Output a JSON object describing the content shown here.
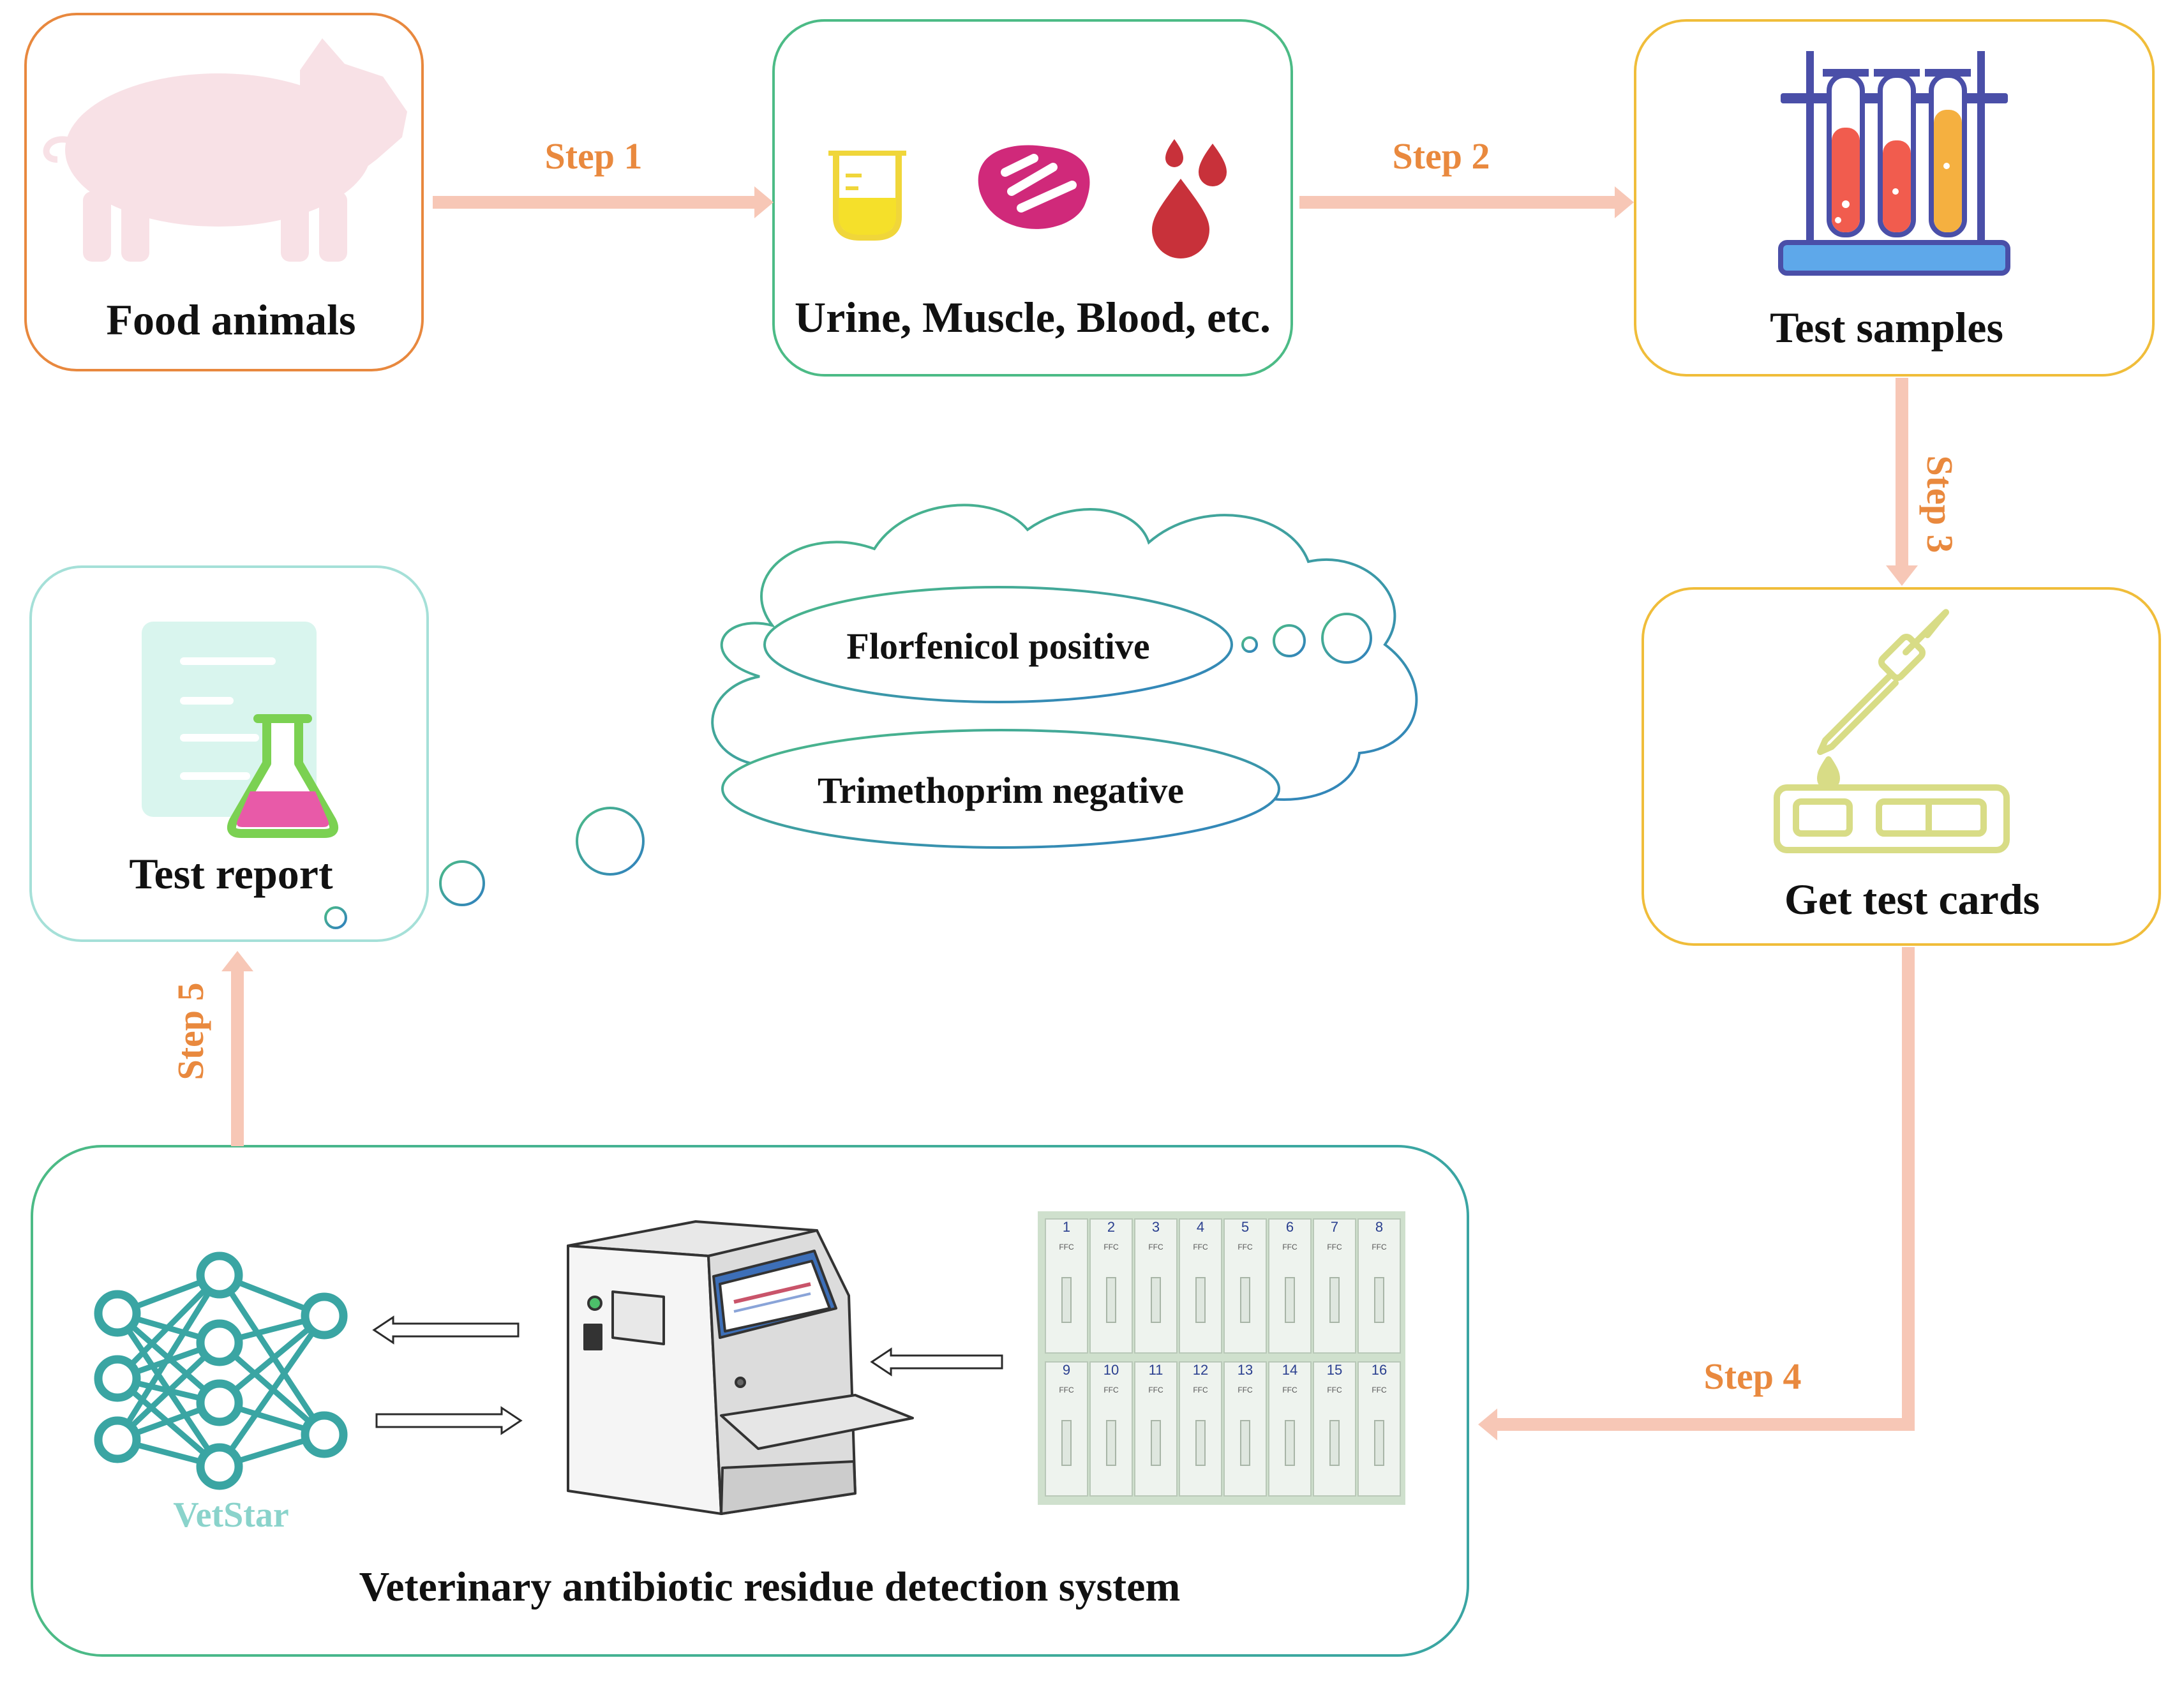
{
  "nodes": {
    "food_animals": "Food animals",
    "samples_types": "Urine, Muscle, Blood, etc.",
    "test_samples": "Test samples",
    "get_test_cards": "Get test cards",
    "test_report": "Test report",
    "detection_system": "Veterinary antibiotic residue detection system"
  },
  "steps": {
    "step1": "Step 1",
    "step2": "Step 2",
    "step3": "Step 3",
    "step4": "Step 4",
    "step5": "Step 5"
  },
  "thought_bubble": {
    "result1": "Florfenicol positive",
    "result2": "Trimethoprim negative"
  },
  "model_label": "VetStar",
  "test_card_grid": {
    "numbers": [
      "1",
      "2",
      "3",
      "4",
      "5",
      "6",
      "7",
      "8",
      "9",
      "10",
      "11",
      "12",
      "13",
      "14",
      "15",
      "16"
    ],
    "drug_code": "FFC"
  },
  "colors": {
    "arrow": "#f7c7b6",
    "step_text": "#e9893e",
    "box_orange": "#e8883e",
    "box_green": "#4cbb86",
    "box_gold": "#f0bd3a",
    "box_teal": "#a5e0d8",
    "network": "#3aa5a3",
    "cloud": "#2f8fb8"
  },
  "icons": [
    "pig-icon",
    "test-tube-icon",
    "meat-icon",
    "blood-drops-icon",
    "test-tubes-rack-icon",
    "dropper-card-icon",
    "report-flask-icon",
    "neural-network-icon",
    "analyzer-machine-icon",
    "test-cards-photo"
  ]
}
